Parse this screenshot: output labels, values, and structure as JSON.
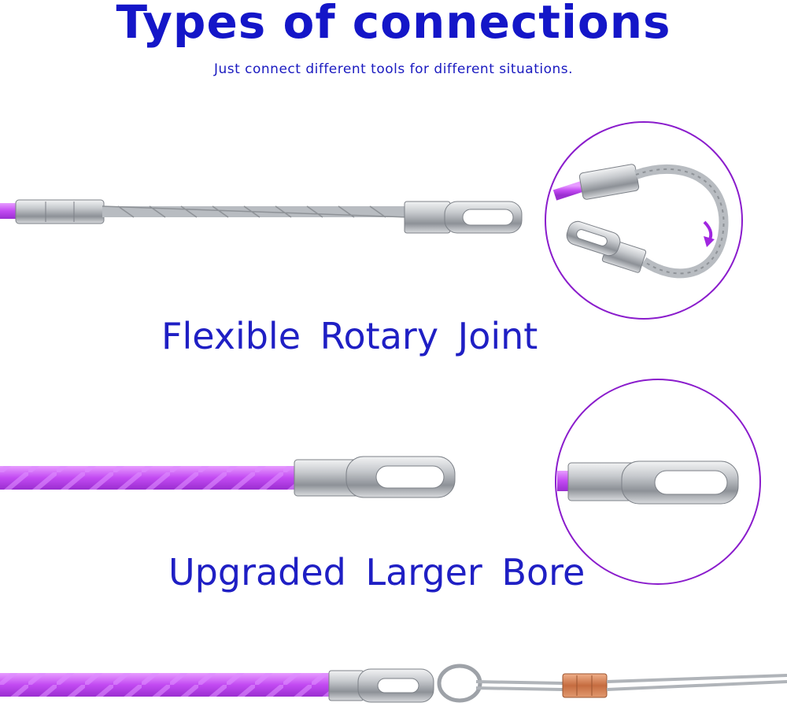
{
  "header": {
    "title": "Types of connections",
    "subtitle": "Just connect different tools for different situations."
  },
  "sections": {
    "flexible": {
      "caption": "Flexible  Rotary  Joint"
    },
    "bore": {
      "caption": "Upgraded  Larger  Bore"
    }
  },
  "colors": {
    "text_blue": "#1416c8",
    "rod_purple": "#c048f0",
    "circle_border": "#8a1ccc",
    "steel": "#a9adb3",
    "copper": "#c8744a"
  }
}
